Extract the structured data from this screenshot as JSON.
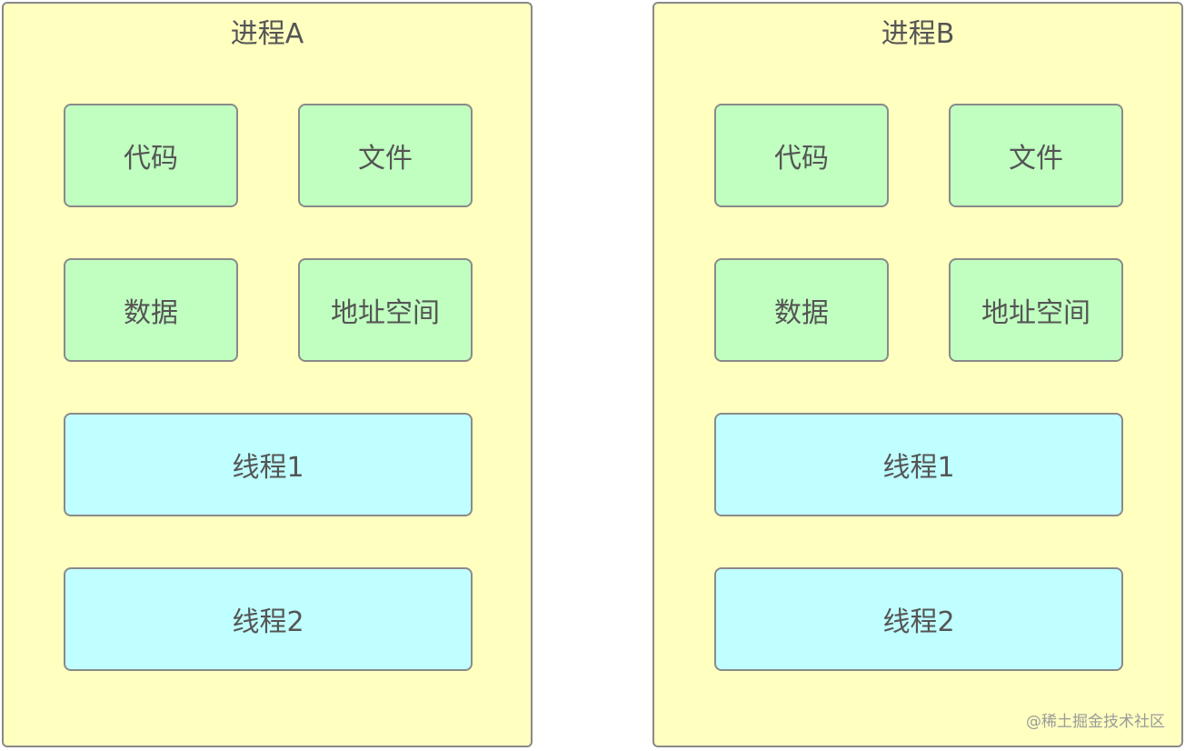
{
  "processes": [
    {
      "title": "进程A",
      "resources": [
        "代码",
        "文件",
        "数据",
        "地址空间"
      ],
      "threads": [
        "线程1",
        "线程2"
      ]
    },
    {
      "title": "进程B",
      "resources": [
        "代码",
        "文件",
        "数据",
        "地址空间"
      ],
      "threads": [
        "线程1",
        "线程2"
      ]
    }
  ],
  "watermark": "@稀土掘金技术社区",
  "colors": {
    "process_bg": "#ffffc0",
    "resource_bg": "#c0ffc0",
    "thread_bg": "#c0ffff",
    "border": "#8a8a8a",
    "text": "#555555"
  }
}
